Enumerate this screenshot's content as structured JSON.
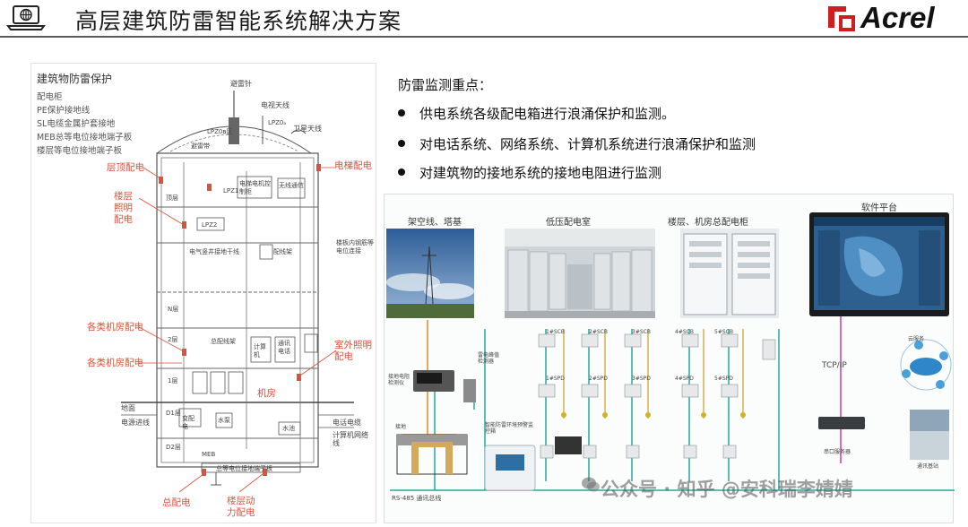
{
  "header": {
    "title": "高层建筑防雷智能系统解决方案",
    "brand": "Acrel",
    "brand_color": "#cc1f1f",
    "icon": "laptop-globe-icon"
  },
  "left_panel": {
    "title": "建筑物防雷保护",
    "legend": [
      "配电柜",
      "PE保护接地线",
      "SL电缆金属护套接地",
      "MEB总等电位接地端子板",
      "楼层等电位接地端子板"
    ],
    "labels": {
      "lightning_rod": "避雷针",
      "tv_antenna": "电视天线",
      "lpz0a": "LPZ0ₐ",
      "lpz0b": "LPZ0ʙ区",
      "sat_antenna": "卫星天线",
      "lightning_belt": "避雷带",
      "roof_dist": "层顶配电",
      "elevator_dist": "电梯配电",
      "floor_light": "楼层照明配电",
      "machine_dist1": "各类机房配电",
      "machine_dist2": "各类机房配电",
      "outdoor_light": "室外照明配电",
      "machine_room": "机房",
      "total_dist": "总配电",
      "floor_power": "楼层动力配电",
      "ground": "地面",
      "power_line": "电源进线",
      "phone_cable": "电话电缆",
      "computer_net": "计算机网络线",
      "lpz1": "LPZ1",
      "lpz2": "LPZ2",
      "top_floor": "顶层",
      "n_floor": "N层",
      "floor2": "2层",
      "floor1": "1层",
      "d1": "D1层",
      "d2": "D2层",
      "elevator_ctrl": "电梯电机控制柜",
      "wireless": "无线通信",
      "grounding_trunk": "电气竖井接地干线",
      "wiring_rack": "配线架",
      "equipotential": "楼板内钢筋等电位连接",
      "total_rack": "总配线架",
      "computer": "计算机",
      "comm": "通讯电话",
      "transformer": "变配电",
      "water_pump": "水泵",
      "water_tank": "水池",
      "meb": "MEB",
      "meb_board": "总等电位接地端子板"
    }
  },
  "focus": {
    "title": "防雷监测重点：",
    "bullets": [
      "供电系统各级配电箱进行浪涌保护和监测。",
      "对电话系统、网络系统、计算机系统进行浪涌保护和监测",
      "对建筑物的接地系统的接地电阻进行监测"
    ]
  },
  "diagram": {
    "sections": [
      "架空线、塔基",
      "低压配电室",
      "楼层、机房总配电柜",
      "软件平台"
    ],
    "spd_labels": [
      "1#SCB",
      "2#SCB",
      "3#SCB",
      "4#SCB",
      "5#SCB",
      "1#SPD",
      "2#SPD",
      "3#SPD",
      "4#SPD",
      "5#SPD"
    ],
    "labels": {
      "tcpip": "TCP/IP",
      "cloud": "云服务",
      "rs485": "RS-485 通讯总线",
      "ground_monitor": "接地电阻检测仪",
      "strike_counter": "雷电峰值检测器",
      "smart_box": "智能防雷环境预警监控箱",
      "ground_body": "接地",
      "serial_server": "串口服务器",
      "comm_base": "通讯基站"
    }
  },
  "watermark": "公众号 · 知乎 @安科瑞李婧婧"
}
